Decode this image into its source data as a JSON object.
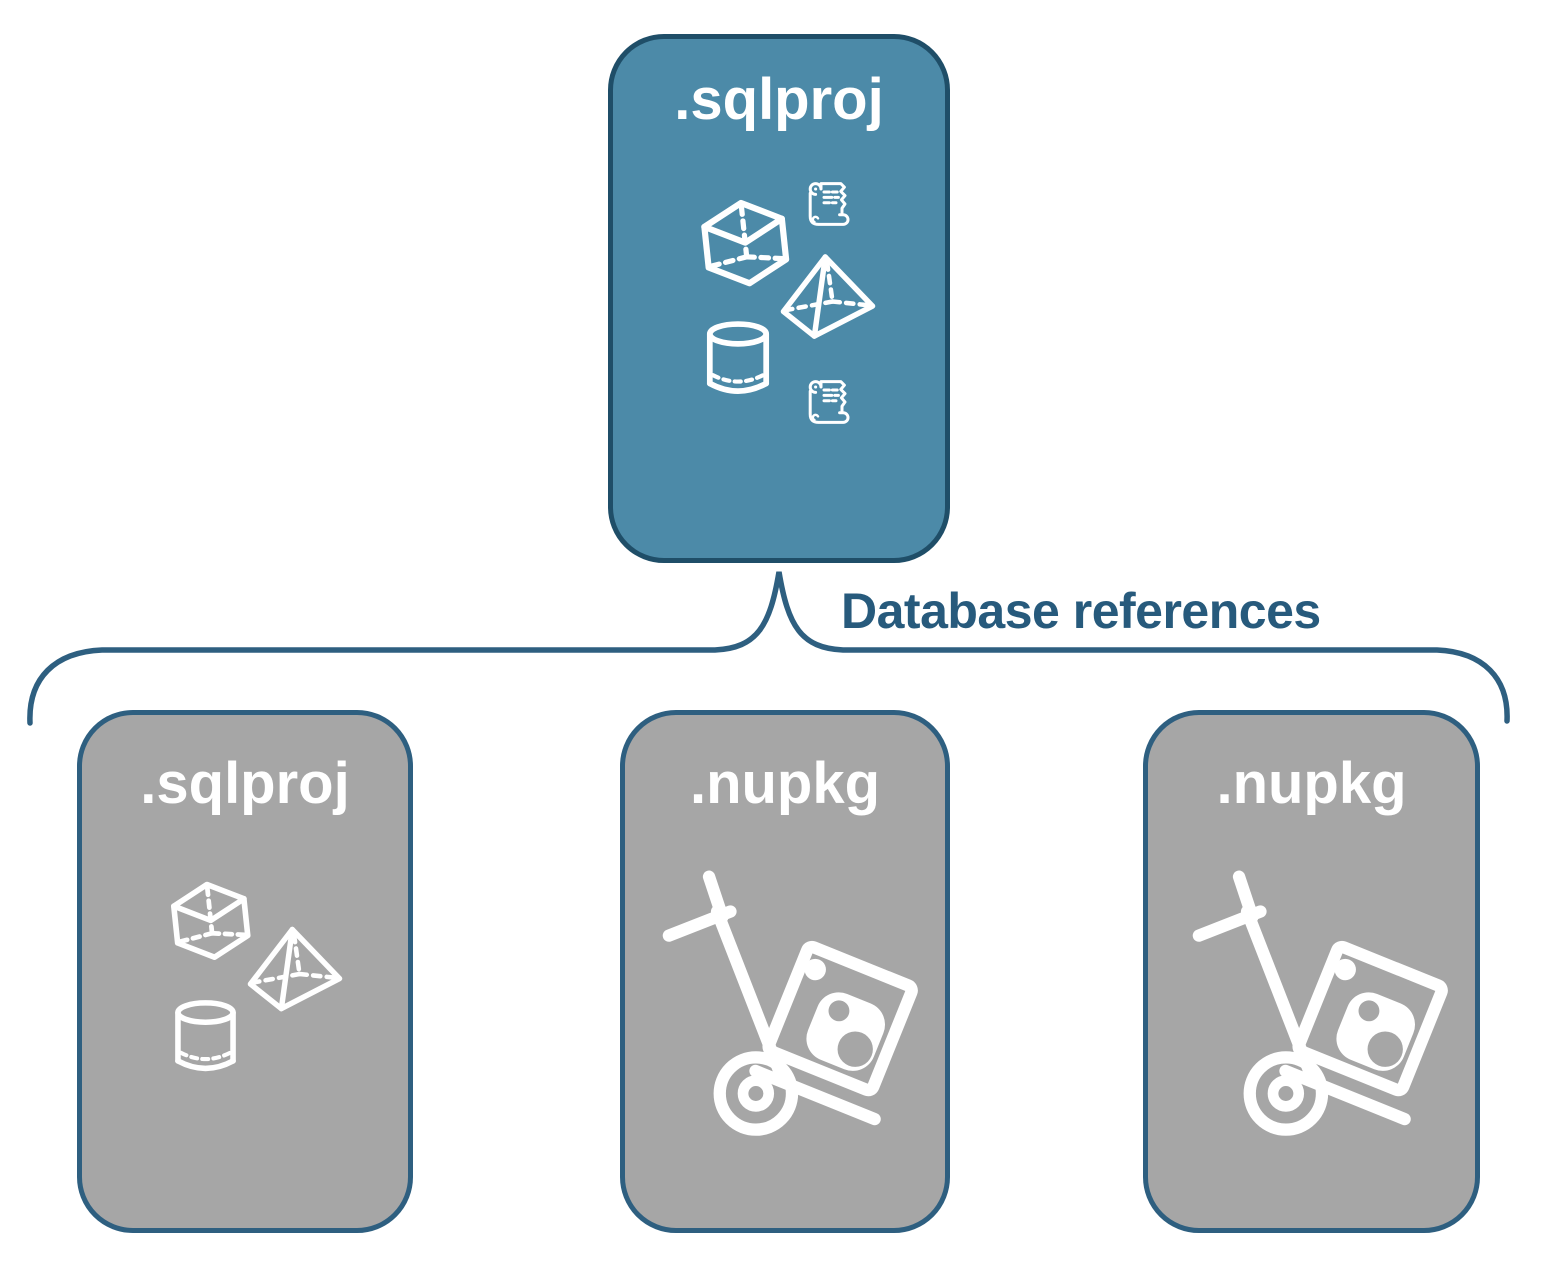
{
  "diagram": {
    "root": {
      "label": ".sqlproj",
      "icons": [
        "cube-icon",
        "scroll-icon",
        "pyramid-icon",
        "cylinder-icon",
        "scroll-icon"
      ]
    },
    "connector": {
      "label": "Database references"
    },
    "children": [
      {
        "label": ".sqlproj",
        "icons": [
          "cube-icon",
          "pyramid-icon",
          "cylinder-icon"
        ]
      },
      {
        "label": ".nupkg",
        "icons": [
          "nuget-handtruck-icon"
        ]
      },
      {
        "label": ".nupkg",
        "icons": [
          "nuget-handtruck-icon"
        ]
      }
    ]
  },
  "colors": {
    "root_fill": "#4c8aa8",
    "root_border": "#1f4e68",
    "child_fill": "#a6a6a6",
    "child_border": "#2e5f80",
    "connector": "#2e5f80",
    "connector_label": "#275a7c",
    "icon": "#ffffff"
  }
}
